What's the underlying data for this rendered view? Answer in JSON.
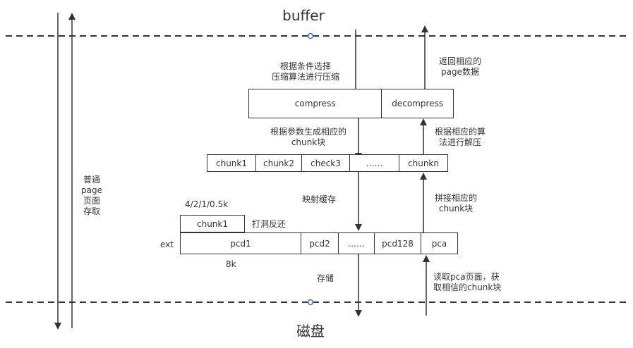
{
  "labels": {
    "buffer": "buffer",
    "disk": "磁盘",
    "compress_condition": "根据条件选择\n压缩算法进行压缩",
    "return_page": "返回相应的\npage数据",
    "generate_chunk": "根据参数生成相应的\nchunk块",
    "decompress_algo": "根据相应的算\n法进行解压",
    "normal_access": "普通\npage\n页面\n存取",
    "map_cache": "映射缓存",
    "concat_chunk": "拼接相应的\nchunk块",
    "sizes": "4/2/1/0.5k",
    "punch_return": "打洞反还",
    "ext": "ext",
    "size_8k": "8k",
    "store": "存储",
    "read_pca": "读取pca页面，获\n取相信的chunk块"
  },
  "compress_box": {
    "compress": "compress",
    "decompress": "decompress"
  },
  "chunk_row": [
    "chunk1",
    "chunk2",
    "check3",
    "……",
    "chunkn"
  ],
  "single_chunk": "chunk1",
  "pcd_row": [
    "pcd1",
    "pcd2",
    "……",
    "pcd128",
    "pca"
  ]
}
